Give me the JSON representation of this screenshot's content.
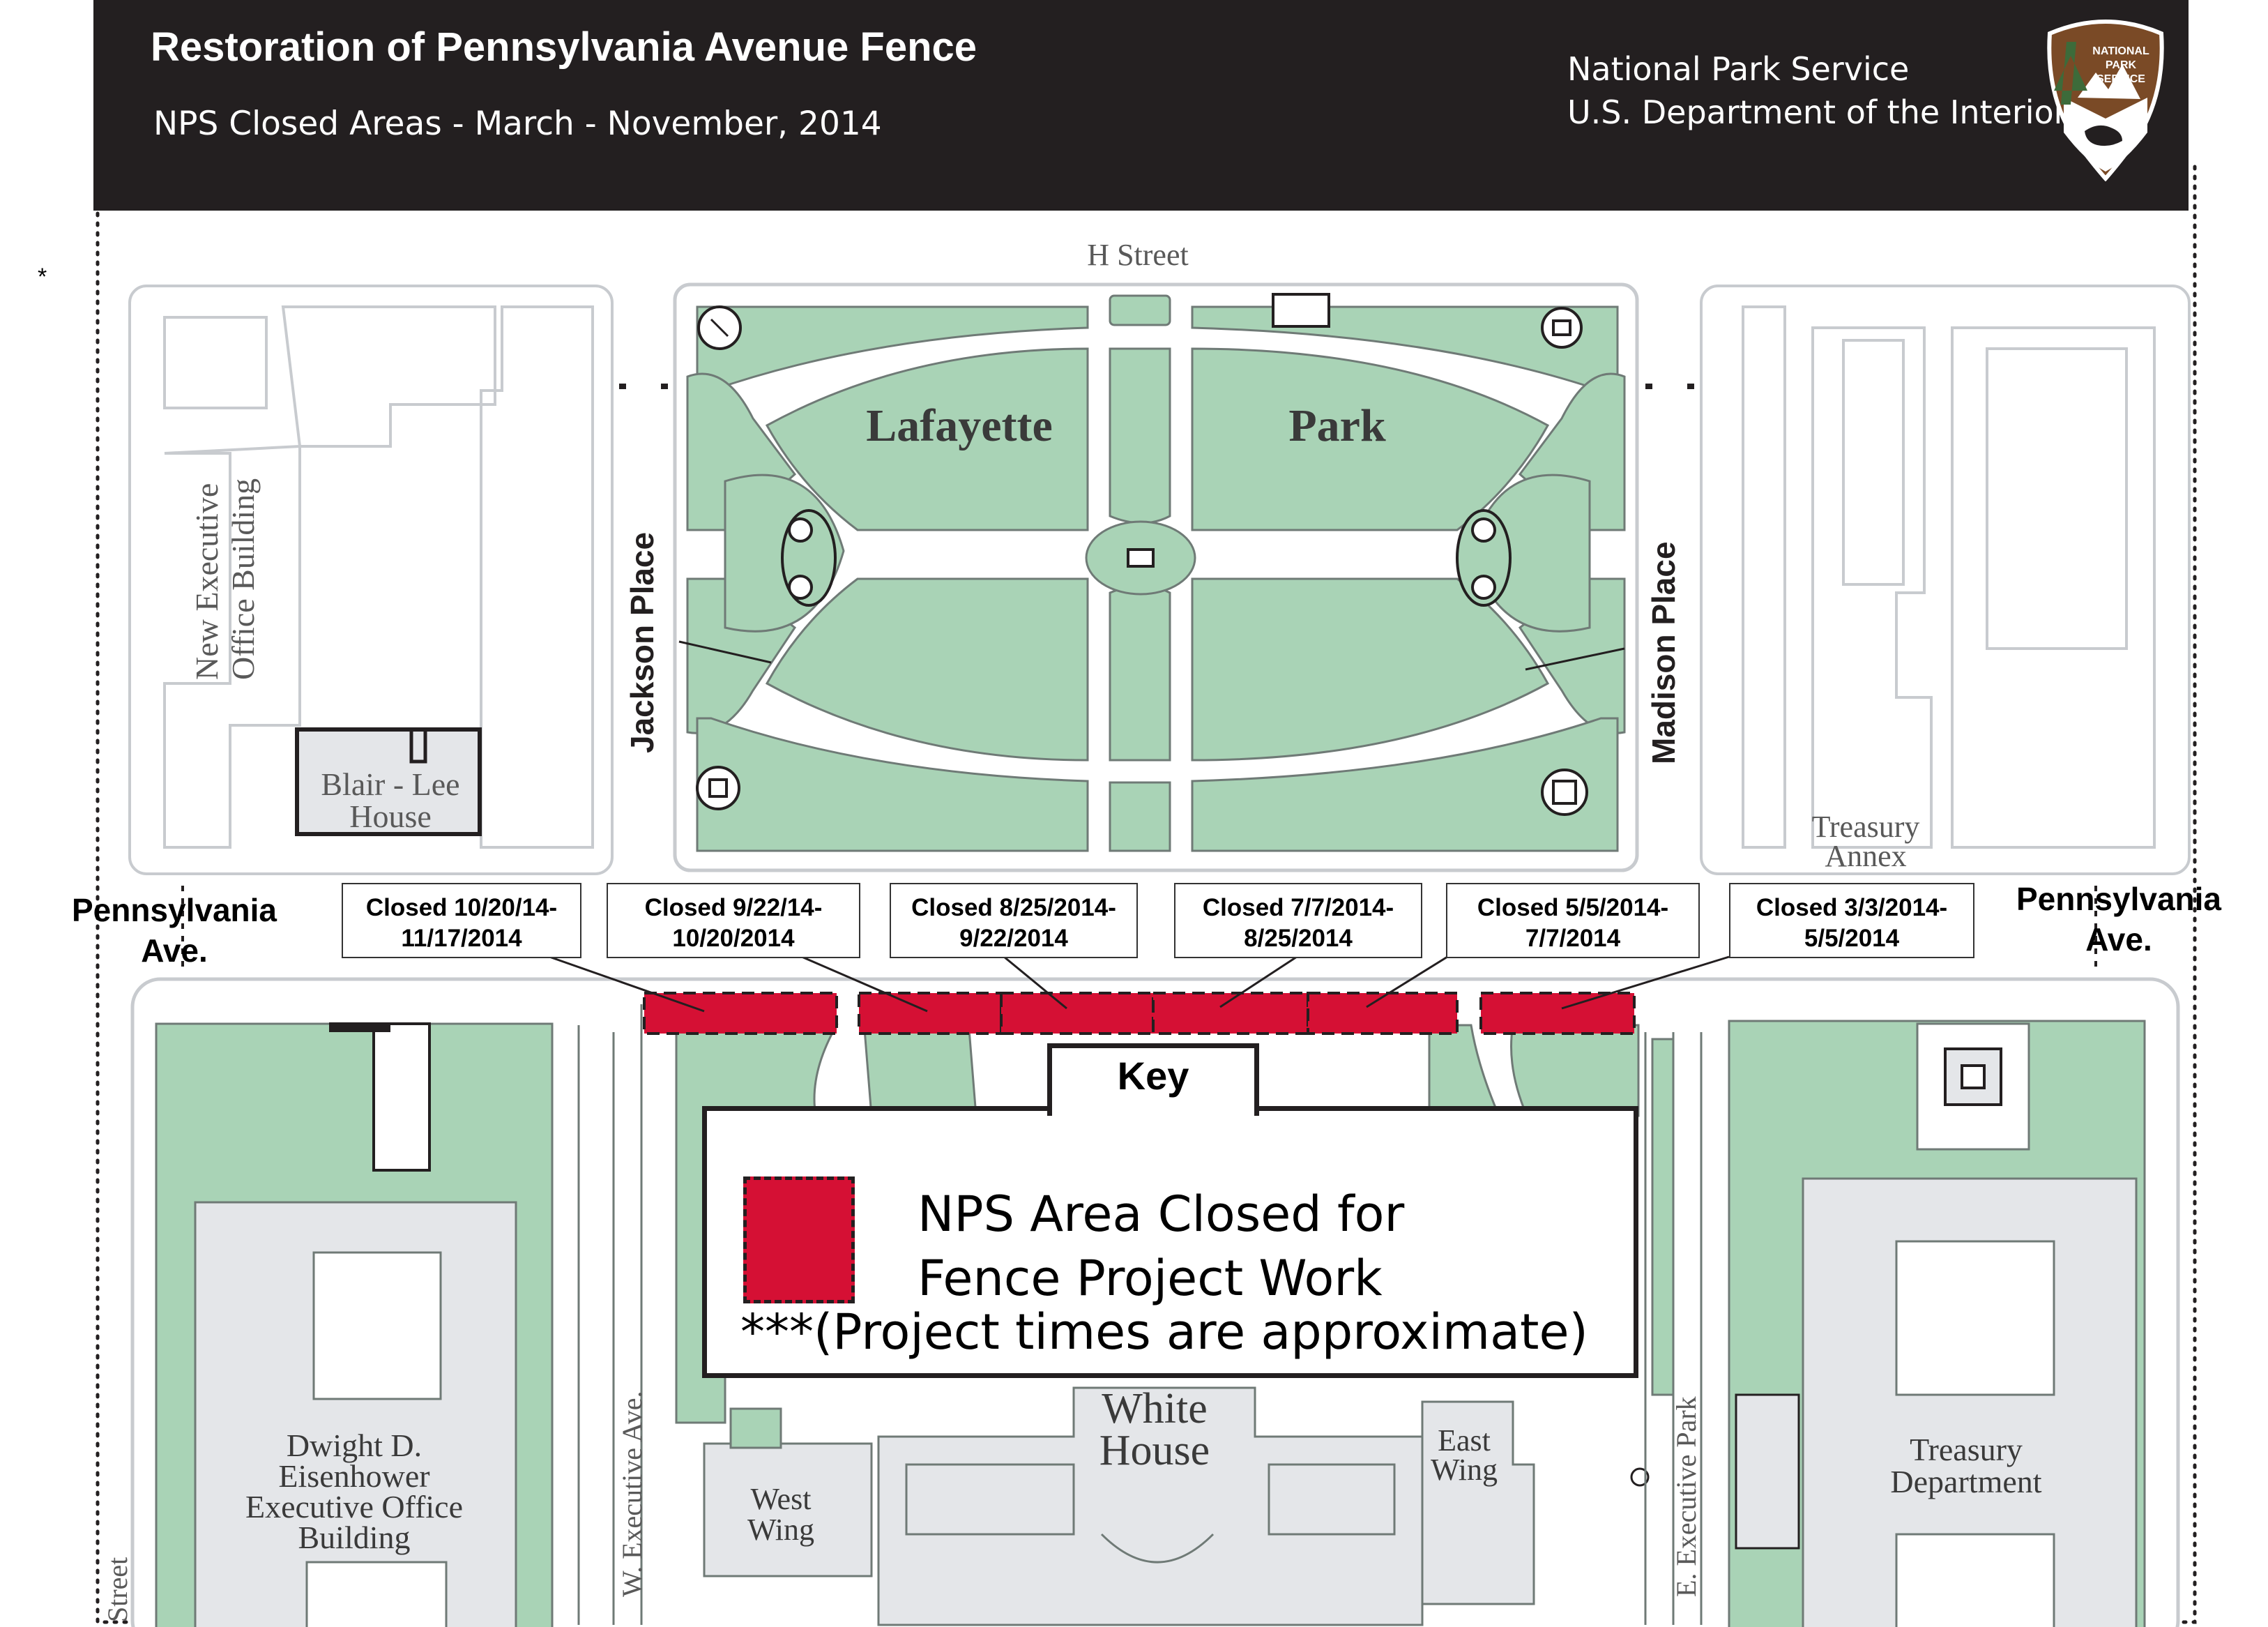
{
  "header": {
    "title": "Restoration of Pennsylvania Avenue Fence",
    "subtitle": "NPS Closed Areas - March - November, 2014",
    "agency_line1": "National Park Service",
    "agency_line2": "U.S. Department of the Interior",
    "logo_text": [
      "NATIONAL",
      "PARK",
      "SERVICE"
    ]
  },
  "page_marker": "*",
  "colors": {
    "header_bg": "#231f20",
    "park_green": "#a9d3b6",
    "building_gray": "#e4e6e9",
    "closure_red": "#d51034",
    "arrowhead_brown": "#7a4a26"
  },
  "streets": {
    "h_street": "H Street",
    "jackson_place": "Jackson Place",
    "madison_place": "Madison Place",
    "w_executive": "W. Executive Ave.",
    "e_executive": "E. Executive Park",
    "street_fragment": "Street",
    "pennsylvania_left": [
      "Pennsylvania",
      "Ave."
    ],
    "pennsylvania_right": [
      "Pennsylvania",
      "Ave."
    ]
  },
  "places": {
    "lafayette": "Lafayette",
    "park": "Park",
    "new_exec_line1": "New Executive",
    "new_exec_line2": "Office Building",
    "blair_line1": "Blair - Lee",
    "blair_line2": "House",
    "treasury_annex_line1": "Treasury",
    "treasury_annex_line2": "Annex",
    "eisenhower": [
      "Dwight D.",
      "Eisenhower",
      "Executive Office",
      "Building"
    ],
    "white_house": [
      "White",
      "House"
    ],
    "west_wing": [
      "West",
      "Wing"
    ],
    "east_wing": [
      "East",
      "Wing"
    ],
    "treasury_dept": [
      "Treasury",
      "Department"
    ]
  },
  "closures": [
    {
      "line1": "Closed 10/20/14-",
      "line2": "11/17/2014"
    },
    {
      "line1": "Closed 9/22/14-",
      "line2": "10/20/2014"
    },
    {
      "line1": "Closed 8/25/2014-",
      "line2": "9/22/2014"
    },
    {
      "line1": "Closed 7/7/2014-",
      "line2": "8/25/2014"
    },
    {
      "line1": "Closed 5/5/2014-",
      "line2": "7/7/2014"
    },
    {
      "line1": "Closed 3/3/2014-",
      "line2": "5/5/2014"
    }
  ],
  "key": {
    "title": "Key",
    "line1": "NPS Area Closed for",
    "line2": "Fence Project Work",
    "note": "***(Project times are approximate)"
  }
}
